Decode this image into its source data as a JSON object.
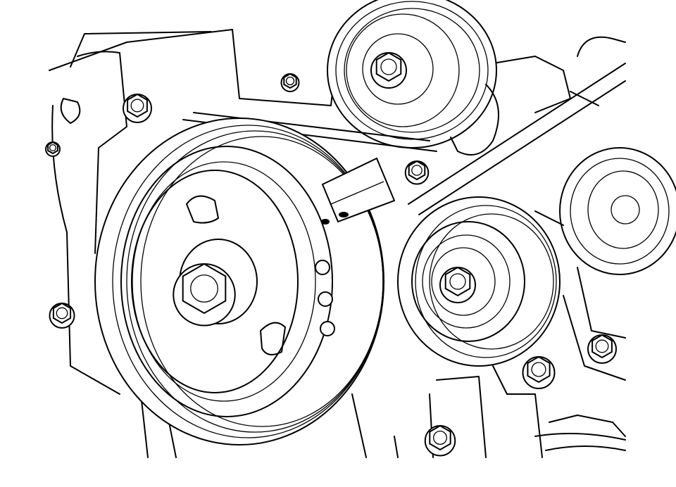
{
  "figure": {
    "line_color": "#000000",
    "background_color": "#ffffff",
    "parts": [
      "crankshaft-pulley",
      "idler-pulley",
      "upper-pulley",
      "right-pulley",
      "drive-belt",
      "bolts",
      "timing-mark"
    ]
  }
}
